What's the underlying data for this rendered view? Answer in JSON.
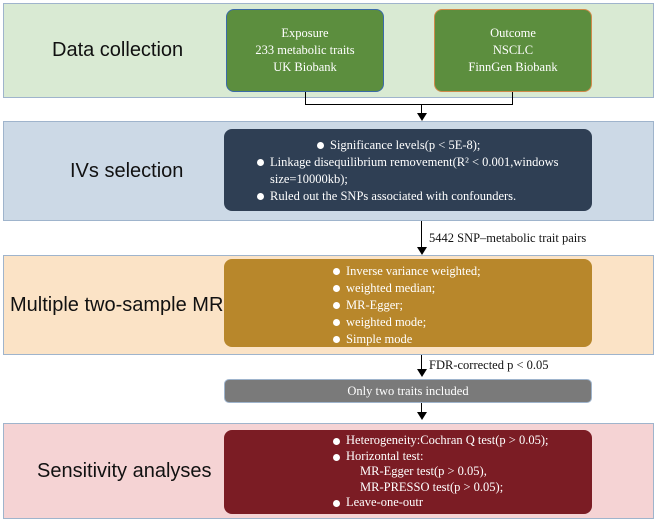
{
  "colors": {
    "band_green": "#d9ead3",
    "band_blue": "#ccd9e6",
    "band_orange": "#fbe3c6",
    "band_pink": "#f5d3d4",
    "exposure_box": "#5c8e3e",
    "outcome_box": "#5c8e3e",
    "ivs_box": "#2f3f54",
    "mr_box": "#b8872b",
    "grey_box": "#7a7a7a",
    "sens_box": "#7b1c24"
  },
  "data_collection": {
    "title": "Data collection",
    "exposure": [
      "Exposure",
      "233 metabolic traits",
      "UK Biobank"
    ],
    "outcome": [
      "Outcome",
      "NSCLC",
      "FinnGen Biobank"
    ]
  },
  "ivs": {
    "title": "IVs selection",
    "items": [
      "Significance levels(p < 5E-8);",
      "Linkage disequilibrium removement(R² < 0.001,windows size=10000kb);",
      "Ruled out the SNPs associated with confounders."
    ]
  },
  "arrow1_label": "5442 SNP–metabolic trait pairs",
  "mr": {
    "title": "Multiple two-sample MR",
    "items": [
      "Inverse variance weighted;",
      "weighted median;",
      "MR-Egger;",
      "weighted mode;",
      "Simple mode"
    ]
  },
  "arrow2_label": "FDR-corrected p < 0.05",
  "filter_box": "Only two traits included",
  "sensitivity": {
    "title": "Sensitivity analyses",
    "item1": "Heterogeneity:Cochran Q test(p > 0.05);",
    "item2": "Horizontal test:",
    "sub1": "MR-Egger test(p > 0.05),",
    "sub2": "MR-PRESSO test(p > 0.05);",
    "item3": "Leave-one-outr"
  }
}
